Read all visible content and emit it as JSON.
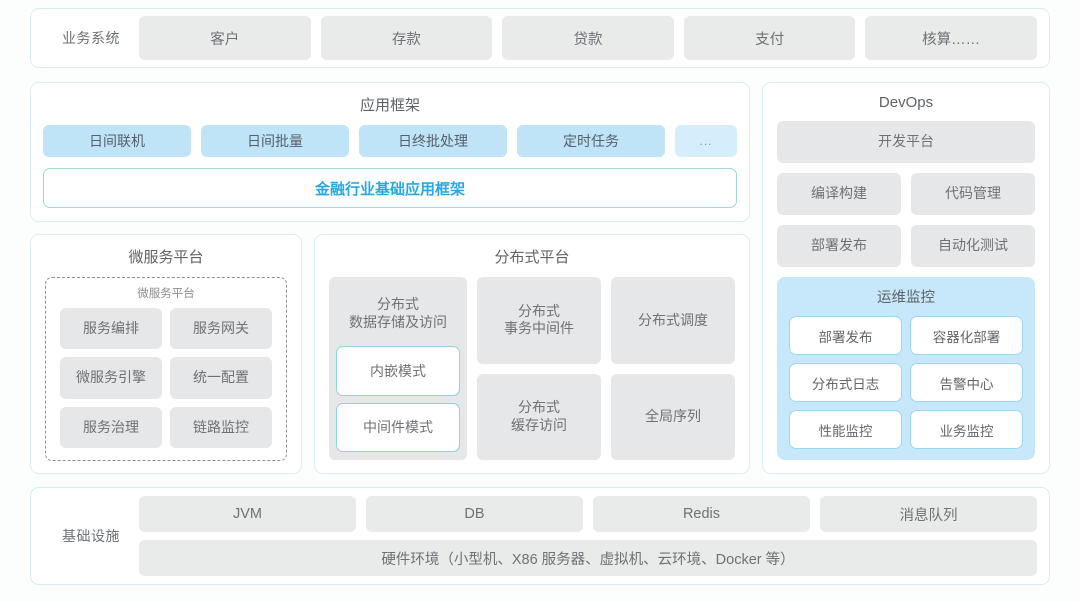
{
  "business_systems": {
    "label": "业务系统",
    "items": [
      "客户",
      "存款",
      "贷款",
      "支付",
      "核算……"
    ]
  },
  "app_framework": {
    "title": "应用框架",
    "chips": [
      "日间联机",
      "日间批量",
      "日终批处理",
      "定时任务"
    ],
    "ellipsis_chip": "...",
    "base_framework": "金融行业基础应用框架"
  },
  "microservice_platform": {
    "title": "微服务平台",
    "inner_title": "微服务平台",
    "items": [
      "服务编排",
      "服务网关",
      "微服务引擎",
      "统一配置",
      "服务治理",
      "链路监控"
    ]
  },
  "distributed_platform": {
    "title": "分布式平台",
    "storage_title": "分布式\n数据存储及访问",
    "storage_title_line1": "分布式",
    "storage_title_line2": "数据存储及访问",
    "modes": [
      "内嵌模式",
      "中间件模式"
    ],
    "col2": [
      "分布式\n事务中间件",
      "分布式\n缓存访问"
    ],
    "col2_items": [
      {
        "line1": "分布式",
        "line2": "事务中间件"
      },
      {
        "line1": "分布式",
        "line2": "缓存访问"
      }
    ],
    "col3_items": [
      {
        "line1": "分布式调度",
        "line2": ""
      },
      {
        "line1": "全局序列",
        "line2": ""
      }
    ]
  },
  "devops": {
    "title": "DevOps",
    "platform": "开发平台",
    "row1": [
      "编译构建",
      "代码管理"
    ],
    "row2": [
      "部署发布",
      "自动化测试"
    ],
    "ops_monitor": {
      "title": "运维监控",
      "items": [
        "部署发布",
        "容器化部署",
        "分布式日志",
        "告警中心",
        "性能监控",
        "业务监控"
      ]
    }
  },
  "infrastructure": {
    "label": "基础设施",
    "items": [
      "JVM",
      "DB",
      "Redis",
      "消息队列"
    ],
    "hardware": "硬件环境（小型机、X86 服务器、虚拟机、云环境、Docker 等）"
  },
  "colors": {
    "card_border": "#d9eef3",
    "chip_gray": "#e9eaea",
    "chip_blue": "#bfe3f7",
    "accent_blue": "#29a8e6",
    "ops_panel": "#c6e8fa"
  }
}
